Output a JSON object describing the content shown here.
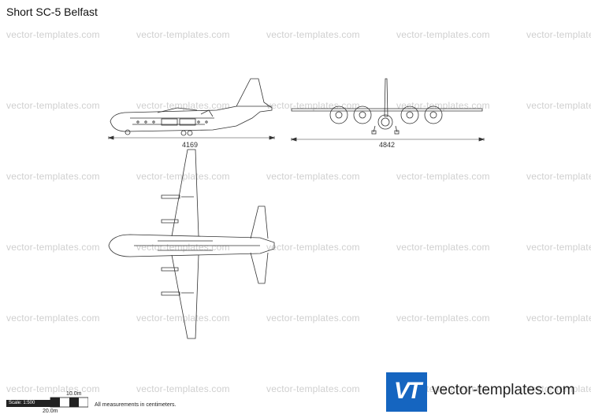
{
  "title": "Short SC-5 Belfast",
  "watermark": {
    "text": "vector-templates.com",
    "color": "#cfcfcf"
  },
  "dimensions": {
    "side_length": "4169",
    "front_span": "4842"
  },
  "scale": {
    "label": "Scale: 1:500",
    "top": "10.0m",
    "bottom": "20.0m",
    "note": "All measurements in centimeters."
  },
  "brand": {
    "name": "vector-templates.com",
    "logo_mark": "VT",
    "logo_color": "#1565c0"
  }
}
